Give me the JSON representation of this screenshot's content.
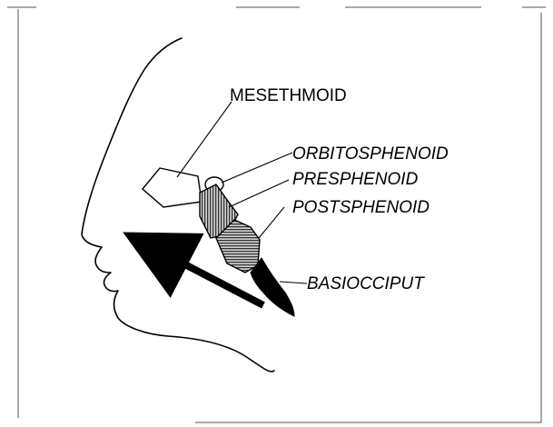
{
  "labels": {
    "mesethmoid": "MESETHMOID",
    "orbitosphenoid": "ORBITOSPHENOID",
    "presphenoid": "PRESPHENOID",
    "postsphenoid": "POSTSPHENOID",
    "basiocciput": "BASIOCCIPUT"
  },
  "colors": {
    "ink": "#000000",
    "bone_fill": "#ffffff",
    "hatch_fill": "#8a8a8a",
    "background": "#ffffff"
  }
}
